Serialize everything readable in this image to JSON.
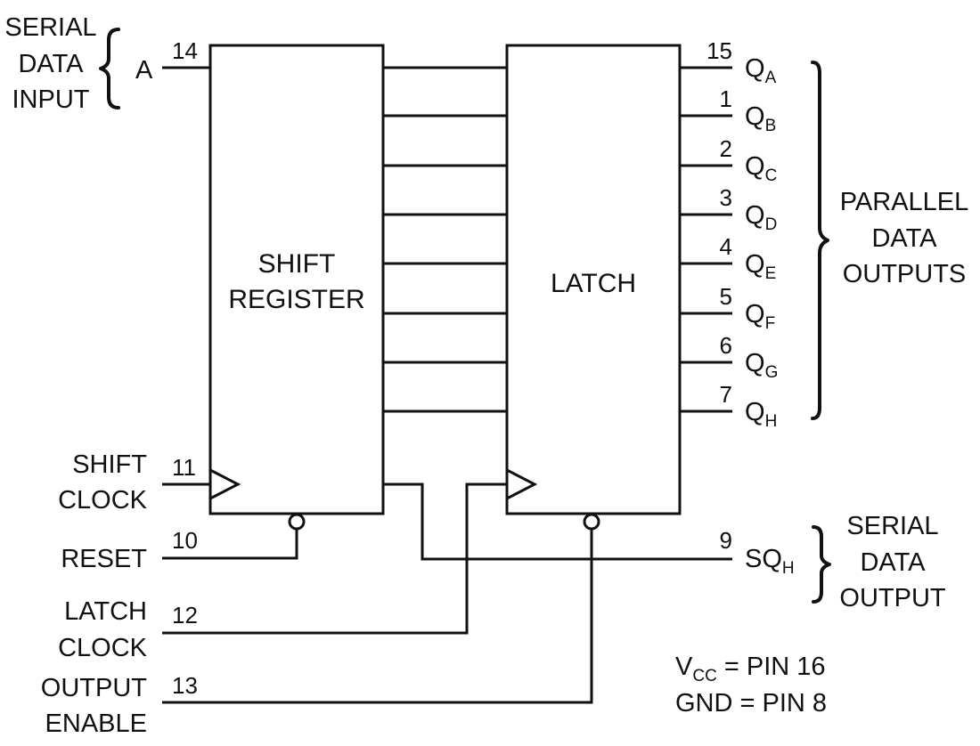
{
  "input_group": {
    "line1": "SERIAL",
    "line2": "DATA",
    "line3": "INPUT"
  },
  "pins": {
    "a": {
      "name": "A",
      "num": "14"
    },
    "shift_clock": {
      "line1": "SHIFT",
      "line2": "CLOCK",
      "num": "11"
    },
    "reset": {
      "name": "RESET",
      "num": "10"
    },
    "latch_clock": {
      "line1": "LATCH",
      "line2": "CLOCK",
      "num": "12"
    },
    "output_enable": {
      "line1": "OUTPUT",
      "line2": "ENABLE",
      "num": "13"
    },
    "sqh": {
      "base": "SQ",
      "sub": "H",
      "num": "9"
    }
  },
  "blocks": {
    "shift_register": {
      "line1": "SHIFT",
      "line2": "REGISTER"
    },
    "latch": {
      "name": "LATCH"
    }
  },
  "outputs": [
    {
      "base": "Q",
      "sub": "A",
      "num": "15"
    },
    {
      "base": "Q",
      "sub": "B",
      "num": "1"
    },
    {
      "base": "Q",
      "sub": "C",
      "num": "2"
    },
    {
      "base": "Q",
      "sub": "D",
      "num": "3"
    },
    {
      "base": "Q",
      "sub": "E",
      "num": "4"
    },
    {
      "base": "Q",
      "sub": "F",
      "num": "5"
    },
    {
      "base": "Q",
      "sub": "G",
      "num": "6"
    },
    {
      "base": "Q",
      "sub": "H",
      "num": "7"
    }
  ],
  "parallel_group": {
    "line1": "PARALLEL",
    "line2": "DATA",
    "line3": "OUTPUTS"
  },
  "serial_out_group": {
    "line1": "SERIAL",
    "line2": "DATA",
    "line3": "OUTPUT"
  },
  "notes": {
    "vcc": {
      "base": "V",
      "sub": "CC",
      "rest": " = PIN 16"
    },
    "gnd": "GND = PIN 8"
  }
}
